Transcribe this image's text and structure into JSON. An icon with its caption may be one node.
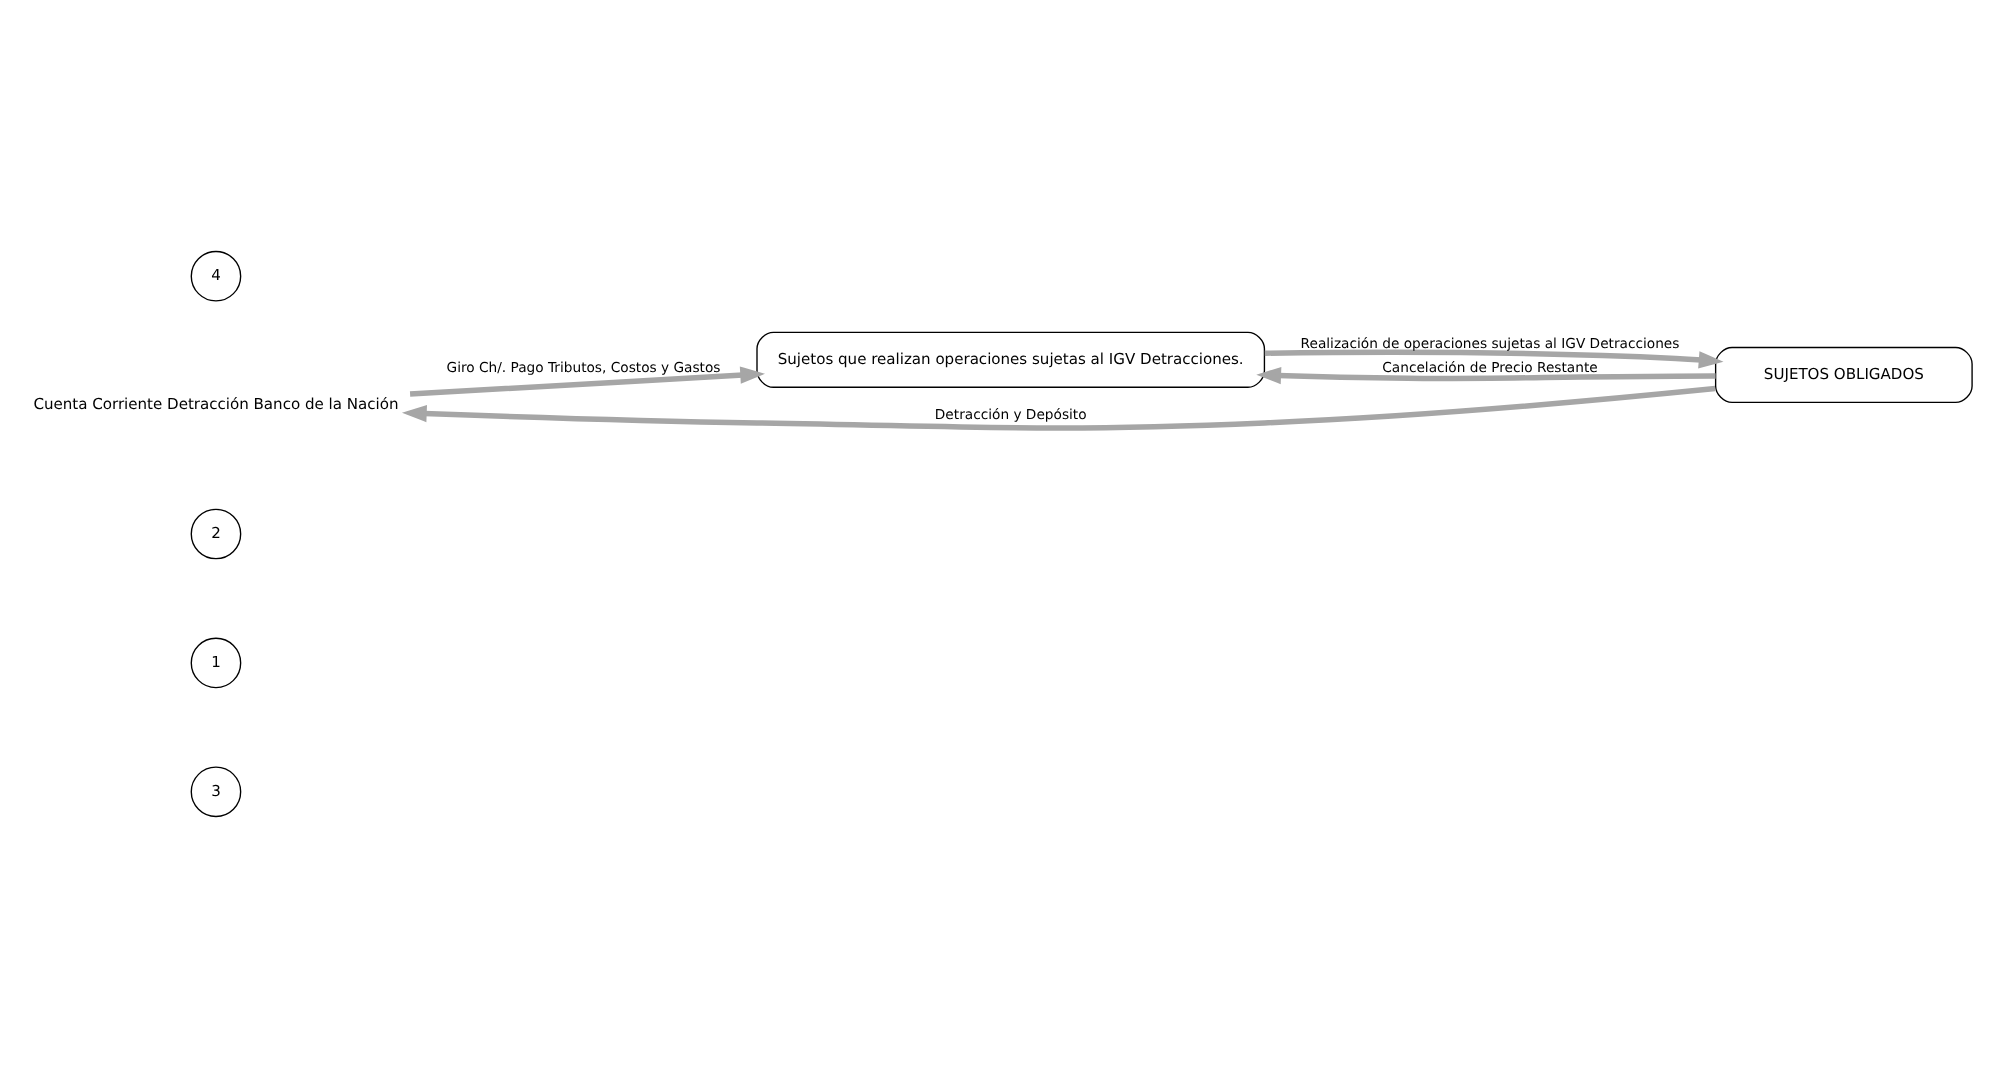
{
  "diagram": {
    "nodes": [
      {
        "text": [
          "4"
        ]
      },
      {
        "text": [
          "Cuenta Corriente Detracción Banco de la Nación"
        ]
      },
      {
        "text": [
          "2"
        ]
      },
      {
        "text": [
          "Sujetos que realizan operaciones sujetas al IGV Detracciones."
        ]
      },
      {
        "text": [
          "1"
        ]
      },
      {
        "text": [
          "SUJETOS OBLIGADOS"
        ]
      },
      {
        "text": [
          "3"
        ]
      }
    ],
    "edges": [
      {
        "from": 3,
        "to": 5,
        "arrow": "to",
        "label": "Realización de operaciones sujetas al IGV Detracciones"
      },
      {
        "from": 5,
        "to": 1,
        "arrow": "to",
        "label": "Detracción y Depósito"
      },
      {
        "from": 1,
        "to": 3,
        "arrow": "to",
        "label": "Giro Ch/. Pago Tributos, Costos y Gastos"
      },
      {
        "from": 5,
        "to": 3,
        "arrow": "to",
        "label": "Cancelación de Precio Restante"
      }
    ]
  }
}
